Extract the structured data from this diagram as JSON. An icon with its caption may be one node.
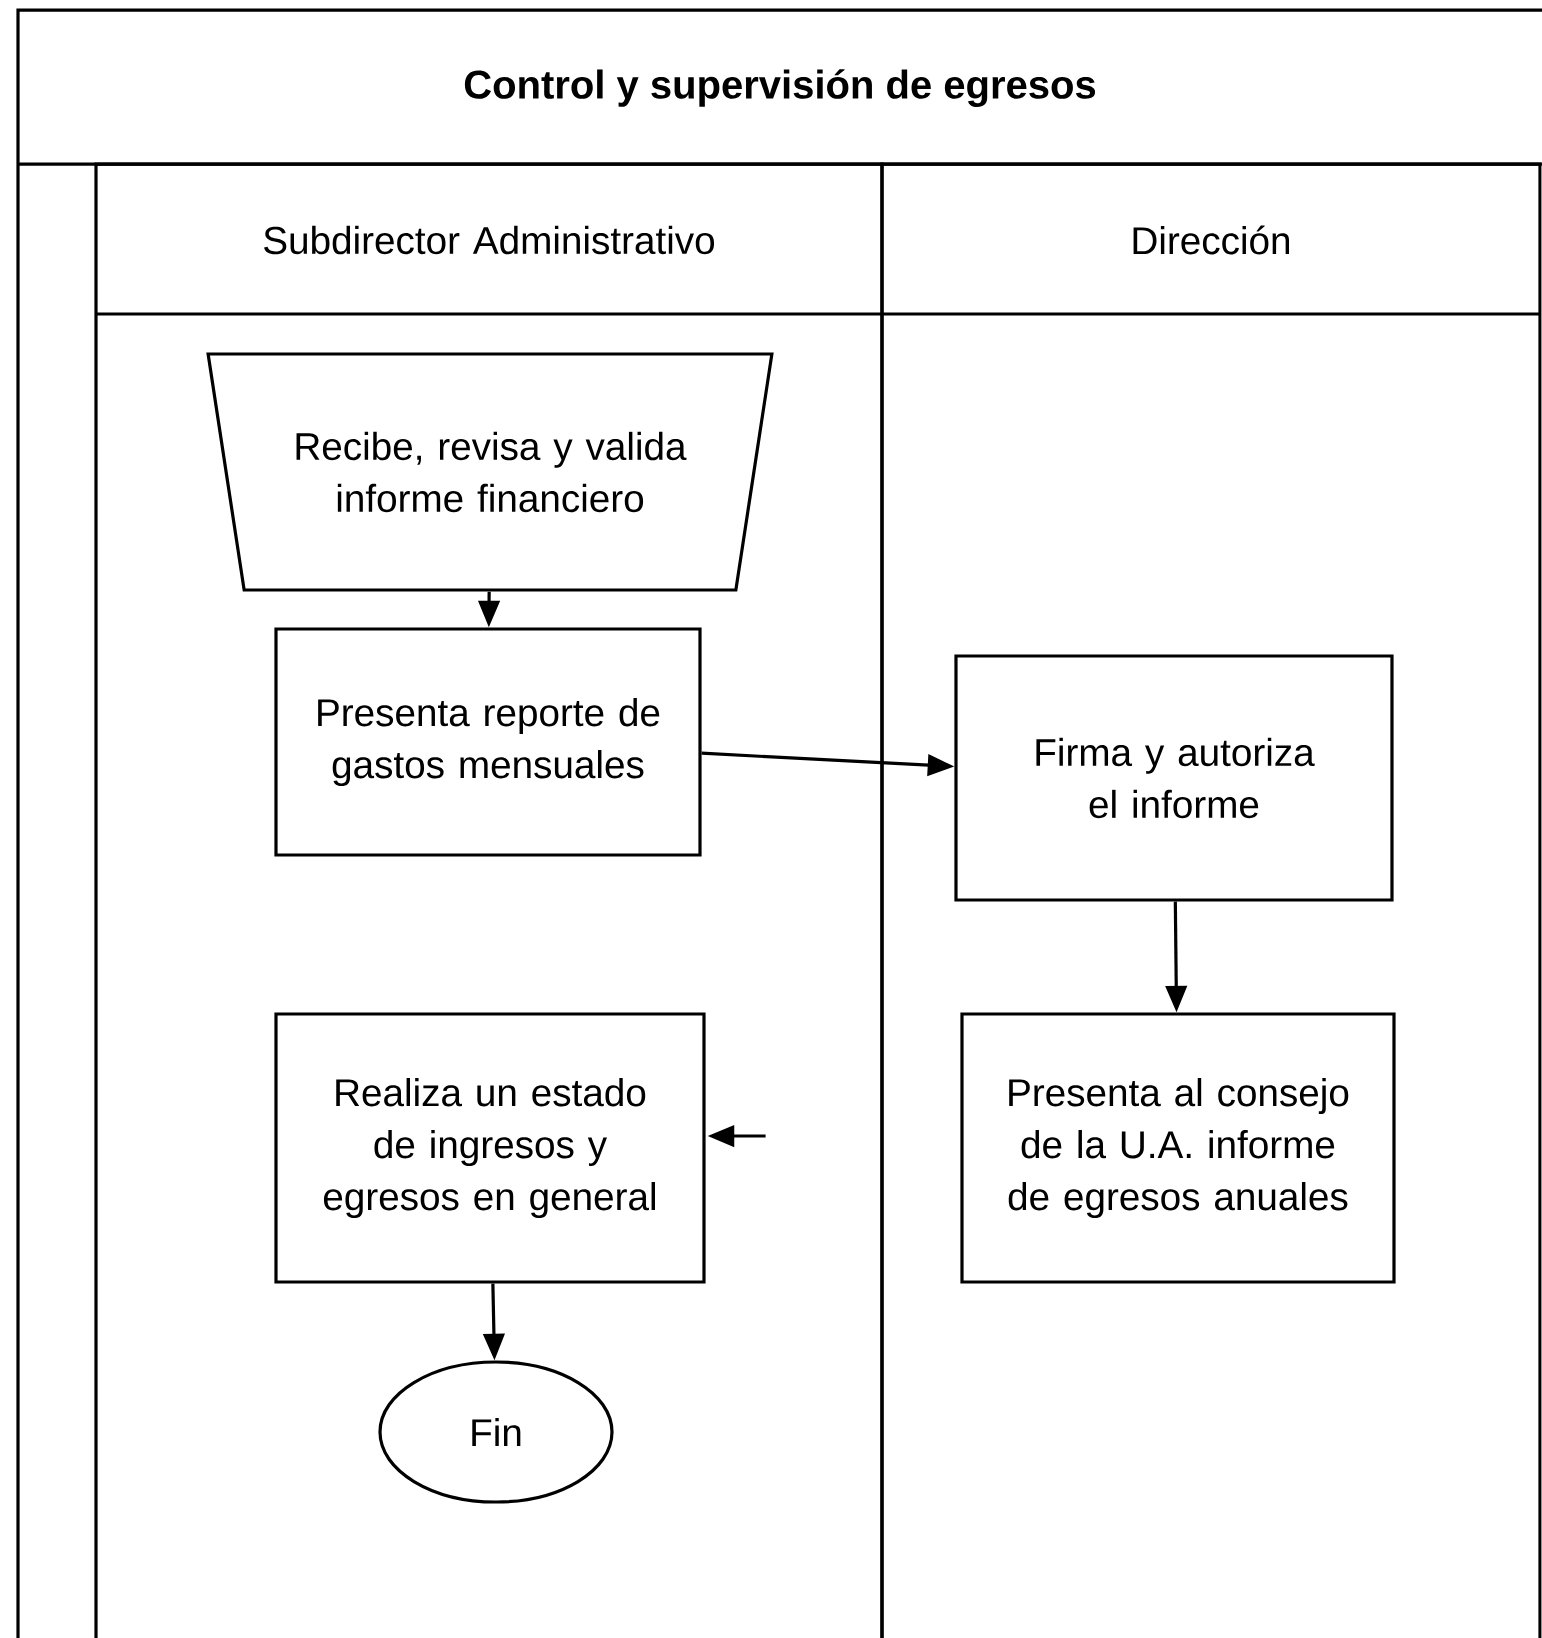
{
  "diagram": {
    "title": "Control y supervisión de egresos",
    "nodes": [
      {
        "text": [
          "Subdirector  Administrativo"
        ]
      },
      {
        "text": [
          "Dirección"
        ]
      },
      {
        "text": [
          "Recibe, revisa y valida informe financiero"
        ],
        "in": 0
      },
      {
        "text": [
          "Presenta reporte de gastos mensuales"
        ],
        "in": 0
      },
      {
        "text": [
          "Firma y autoriza el informe"
        ],
        "in": 1
      },
      {
        "text": [
          "Realiza un estado de ingresos y egresos en general"
        ],
        "in": 0
      },
      {
        "text": [
          "Presenta al consejo de la U.A. informe de egresos anuales"
        ],
        "in": 1
      },
      {
        "text": [
          "Fin"
        ],
        "in": 0
      }
    ],
    "edges": [
      {
        "from": 2,
        "to": 3,
        "arrow": "to"
      },
      {
        "from": 3,
        "to": 4,
        "arrow": "to"
      },
      {
        "from": 4,
        "to": 6,
        "arrow": "to"
      },
      {
        "from": 5,
        "to": 7,
        "arrow": "to"
      },
      {
        "from": null,
        "to": 5,
        "arrow": "to"
      }
    ]
  }
}
